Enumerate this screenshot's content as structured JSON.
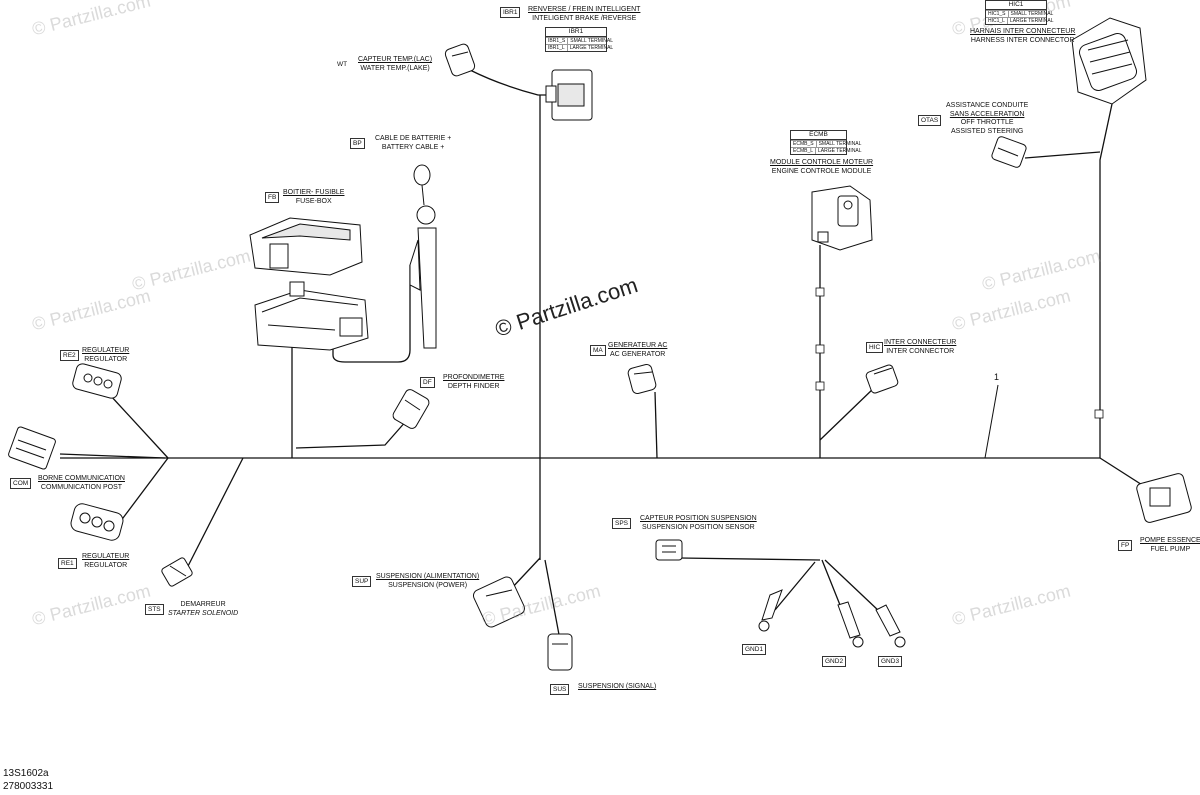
{
  "watermarks": {
    "main": "© Partzilla.com",
    "faded": "© Partzilla.com"
  },
  "connectors": {
    "ibr": {
      "code": "IBR1",
      "fr": "RENVERSE / FREIN INTELLIGENT",
      "en": "INTELIGENT BRAKE /REVERSE"
    },
    "wt": {
      "code": "WT",
      "fr": "CAPTEUR TEMP.(LAC)",
      "en": "WATER TEMP.(LAKE)"
    },
    "bp": {
      "code": "BP",
      "fr": "CABLE DE BATTERIE +",
      "en": "BATTERY CABLE +"
    },
    "fb": {
      "code": "FB",
      "fr": "BOITIER- FUSIBLE",
      "en": "FUSE-BOX"
    },
    "ecm": {
      "code": "ECMB",
      "fr": "MODULE CONTROLE MOTEUR",
      "en": "ENGINE CONTROLE MODULE"
    },
    "hic1": {
      "code": "HIC1",
      "fr": "HARNAIS INTER CONNECTEUR",
      "en": "HARNESS INTER CONNECTOR"
    },
    "otas": {
      "code": "OTAS",
      "fr": "ASSISTANCE CONDUITE",
      "fr2": "SANS ACCELERATION",
      "en": "OFF THROTTLE",
      "en2": "ASSISTED STEERING"
    },
    "re2": {
      "code": "RE2",
      "fr": "REGULATEUR",
      "en": "REGULATOR"
    },
    "df": {
      "code": "DF",
      "fr": "PROFONDIMETRE",
      "en": "DEPTH FINDER"
    },
    "ma": {
      "code": "MA",
      "fr": "GENERATEUR AC",
      "en": "AC GENERATOR"
    },
    "hic": {
      "code": "HIC",
      "fr": "INTER CONNECTEUR",
      "en": "INTER CONNECTOR"
    },
    "com": {
      "code": "COM",
      "fr": "BORNE COMMUNICATION",
      "en": "COMMUNICATION POST"
    },
    "re1": {
      "code": "RE1",
      "fr": "REGULATEUR",
      "en": "REGULATOR"
    },
    "sts": {
      "code": "STS",
      "fr": "DEMARREUR",
      "en": "STARTER SOLENOID"
    },
    "sps": {
      "code": "SPS",
      "fr": "CAPTEUR POSITION SUSPENSION",
      "en": "SUSPENSION POSITION SENSOR"
    },
    "sup": {
      "code": "SUP",
      "fr": "SUSPENSION (ALIMENTATION)",
      "en": "SUSPENSION (POWER)"
    },
    "sus": {
      "code": "SUS",
      "fr": "SUSPENSION (SIGNAL)"
    },
    "fp": {
      "code": "FP",
      "fr": "POMPE ESSENCE",
      "en": "FUEL PUMP"
    },
    "gnd1": {
      "code": "GND1"
    },
    "gnd2": {
      "code": "GND2"
    },
    "gnd3": {
      "code": "GND3"
    }
  },
  "tables": {
    "ibr1": {
      "title": "IBR1",
      "rows": [
        [
          "IBR1_S",
          "SMALL TERMINAL"
        ],
        [
          "IBR1_L",
          "LARGE TERMINAL"
        ]
      ]
    },
    "ecmb": {
      "title": "ECMB",
      "rows": [
        [
          "ECMB_S",
          "SMALL TERMINAL"
        ],
        [
          "ECMB_L",
          "LARGE TERMINAL"
        ]
      ]
    },
    "hic1": {
      "title": "HIC1",
      "rows": [
        [
          "HIC1_S",
          "SMALL TERMINAL"
        ],
        [
          "HIC1_L",
          "LARGE TERMINAL"
        ]
      ]
    }
  },
  "callout_number": "1",
  "footer": {
    "line1": "13S1602a",
    "line2": "278003331"
  }
}
